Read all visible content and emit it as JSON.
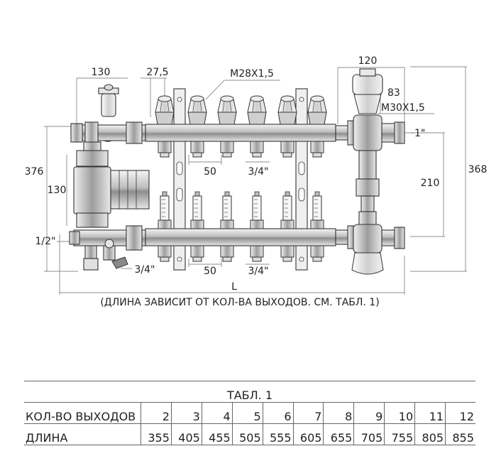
{
  "dimensions": {
    "d130_top": "130",
    "d27_5": "27,5",
    "m28": "M28X1,5",
    "d120": "120",
    "d83": "83",
    "m30": "M30X1,5",
    "d1inch": "1\"",
    "d376": "376",
    "d130_side": "130",
    "d50_top": "50",
    "d34_top": "3/4\"",
    "d210": "210",
    "d368": "368",
    "d12": "1/2\"",
    "d34_bottom_left": "3/4\"",
    "d50_bottom": "50",
    "d34_bottom": "3/4\"",
    "L": "L"
  },
  "note": "(ДЛИНА ЗАВИСИТ ОТ КОЛ-ВА ВЫХОДОВ. СМ. ТАБЛ. 1)",
  "table": {
    "caption": "ТАБЛ. 1",
    "rows": [
      {
        "label": "КОЛ-ВО ВЫХОДОВ",
        "cells": [
          "2",
          "3",
          "4",
          "5",
          "6",
          "7",
          "8",
          "9",
          "10",
          "11",
          "12"
        ]
      },
      {
        "label": "ДЛИНА",
        "cells": [
          "355",
          "405",
          "455",
          "505",
          "555",
          "605",
          "655",
          "705",
          "755",
          "805",
          "855"
        ]
      }
    ]
  },
  "colors": {
    "line": "#444444",
    "chrome": "#d8d8d8",
    "shade": "#9a9a9a"
  }
}
